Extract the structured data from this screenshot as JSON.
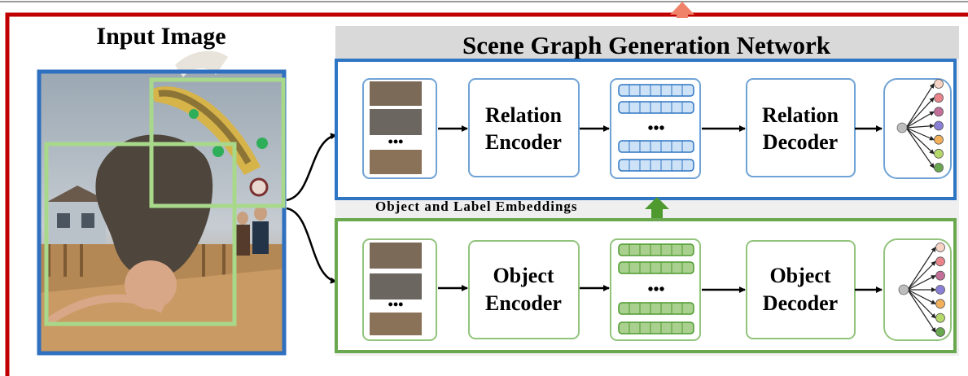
{
  "input_panel": {
    "title": "Input Image"
  },
  "network": {
    "title": "Scene Graph Generation Network",
    "embedding_label": "Object and Label Embeddings",
    "relation_branch": {
      "encoder_line1": "Relation",
      "encoder_line2": "Encoder",
      "decoder_line1": "Relation",
      "decoder_line2": "Decoder",
      "ellipsis": "•••",
      "crop_ellipsis": "•••"
    },
    "object_branch": {
      "encoder_line1": "Object",
      "encoder_line2": "Encoder",
      "decoder_line1": "Object",
      "decoder_line2": "Decoder",
      "ellipsis": "•••",
      "crop_ellipsis": "•••"
    }
  },
  "colors": {
    "outer_frame": "#c00000",
    "relation_blue": "#2e75c4",
    "object_green": "#6aa84f",
    "title_bar": "#d9d9d9",
    "top_arrow": "#f0826a",
    "embedding_arrow": "#4e9a2e",
    "output_nodes": [
      "#f6d3c4",
      "#e9858a",
      "#c2709a",
      "#8a7fd6",
      "#f2b05a",
      "#b5d86a",
      "#69a84f"
    ]
  }
}
